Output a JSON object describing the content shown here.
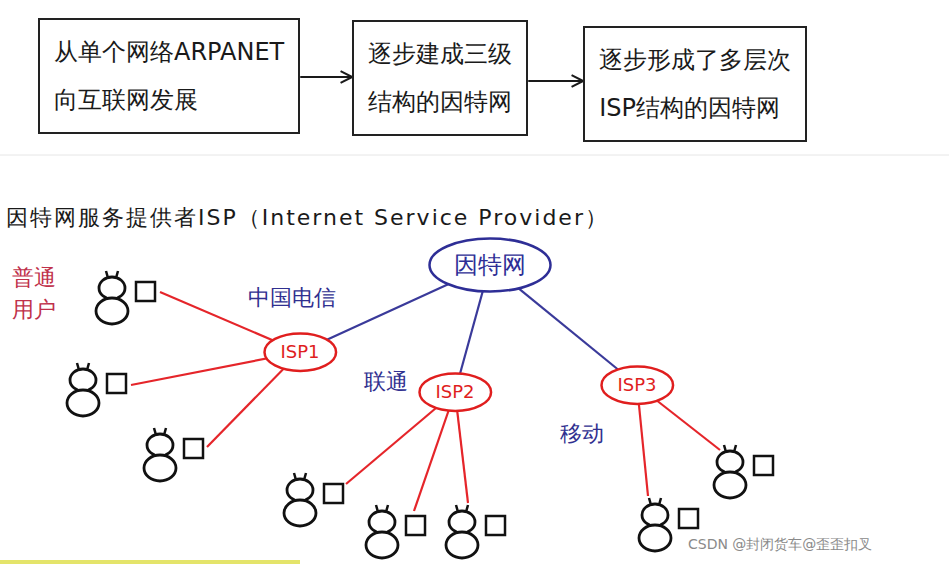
{
  "diagram": {
    "title": "因特网服务提供者ISP（Internet Service Provider）",
    "nodes": [
      {
        "text": [
          "从单个网络ARPANET 向互联网发展"
        ]
      },
      {
        "text": [
          "逐步建成三级 结构的因特网"
        ]
      },
      {
        "text": [
          "逐步形成了多层次 ISP结构的因特网"
        ]
      },
      {
        "text": [
          "因特网"
        ]
      },
      {
        "text": [
          "ISP1"
        ]
      },
      {
        "text": [
          "ISP2"
        ]
      },
      {
        "text": [
          "ISP3"
        ]
      }
    ],
    "edges": [
      {
        "from": 0,
        "to": 1,
        "arrow": "to"
      },
      {
        "from": 1,
        "to": 2,
        "arrow": "to"
      },
      {
        "from": 3,
        "to": 4,
        "arrow": "none"
      },
      {
        "from": 3,
        "to": 5,
        "arrow": "none"
      },
      {
        "from": 3,
        "to": 6,
        "arrow": "none"
      }
    ],
    "labels": [
      "普通 用户",
      "中国电信",
      "联通",
      "移动",
      "CSDN @封闭货车@歪歪扣叉"
    ]
  }
}
